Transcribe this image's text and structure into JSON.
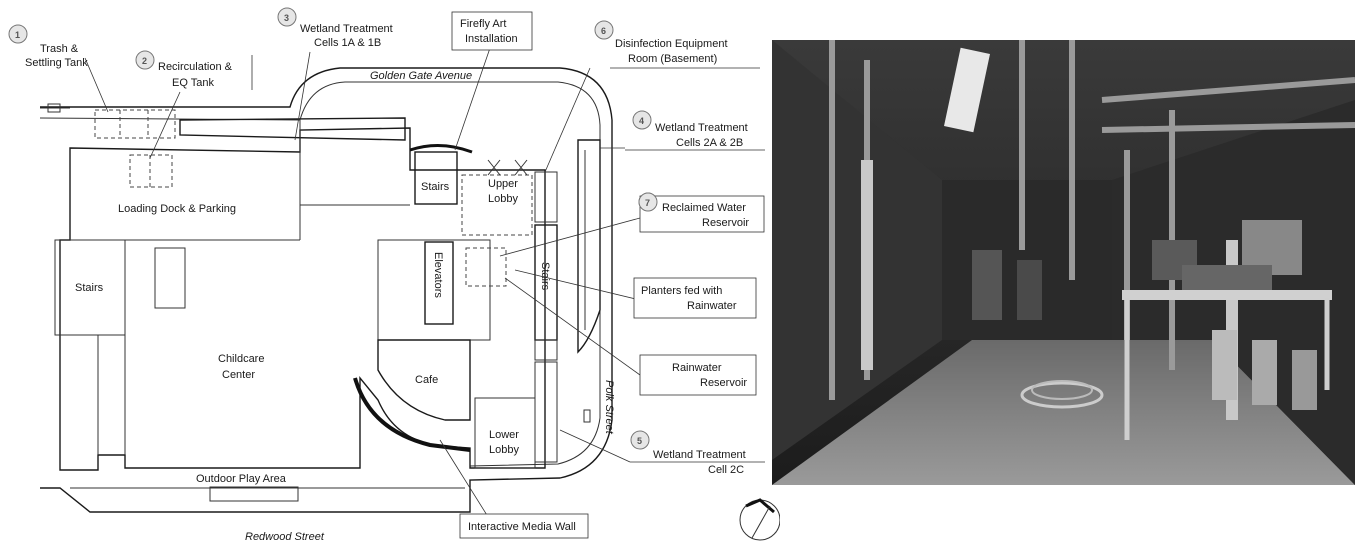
{
  "plan": {
    "labels": {
      "trash_tank": [
        "Trash &",
        "Settling Tank"
      ],
      "recirc_tank": [
        "Recirculation &",
        "EQ Tank"
      ],
      "wetland_1": [
        "Wetland Treatment",
        "Cells 1A & 1B"
      ],
      "firefly": [
        "Firefly Art",
        "Installation"
      ],
      "disinfection": [
        "Disinfection Equipment",
        "Room (Basement)"
      ],
      "golden_gate": "Golden Gate Avenue",
      "wetland_2": [
        "Wetland Treatment",
        "Cells 2A & 2B"
      ],
      "reclaimed": [
        "Reclaimed Water",
        "Reservoir"
      ],
      "planters": [
        "Planters fed with",
        "Rainwater"
      ],
      "rainwater": [
        "Rainwater",
        "Reservoir"
      ],
      "wetland_2c": [
        "Wetland Treatment",
        "Cell 2C"
      ],
      "polk": "Polk Street",
      "redwood": "Redwood Street",
      "media_wall": "Interactive Media Wall",
      "loading_dock": "Loading Dock & Parking",
      "stairs_left": "Stairs",
      "stairs_top": "Stairs",
      "stairs_right": "Stairs",
      "upper_lobby": [
        "Upper",
        "Lobby"
      ],
      "elevators": "Elevators",
      "childcare": [
        "Childcare",
        "Center"
      ],
      "cafe": "Cafe",
      "lower_lobby": [
        "Lower",
        "Lobby"
      ],
      "play_area": "Outdoor Play Area"
    },
    "badges": [
      "1",
      "2",
      "3",
      "6",
      "4",
      "7",
      "5"
    ]
  },
  "photo": {
    "subject": "mechanical equipment room"
  }
}
